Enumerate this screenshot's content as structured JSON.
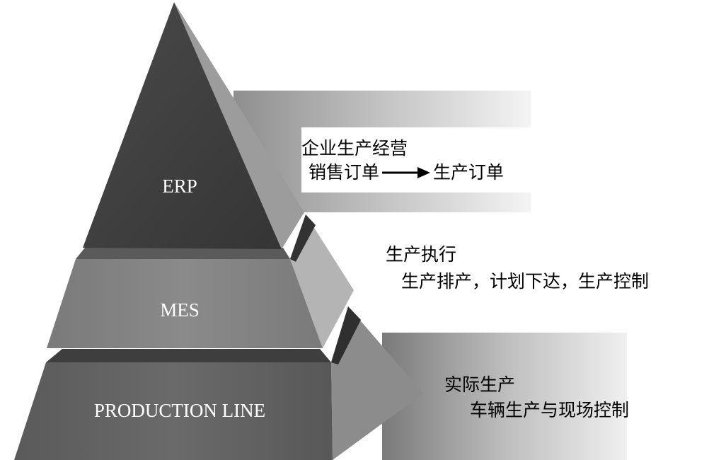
{
  "pyramid": {
    "tiers": [
      {
        "label": "ERP"
      },
      {
        "label": "MES"
      },
      {
        "label": "PRODUCTION LINE"
      }
    ]
  },
  "notes": [
    {
      "title": "企业生产经营",
      "detail": "销售订单",
      "arrow": "→",
      "detail_after": "生产订单"
    },
    {
      "title": "生产执行",
      "detail": "生产排产，计划下达，生产控制"
    },
    {
      "title": "实际生产",
      "detail": "车辆生产与现场控制"
    }
  ]
}
